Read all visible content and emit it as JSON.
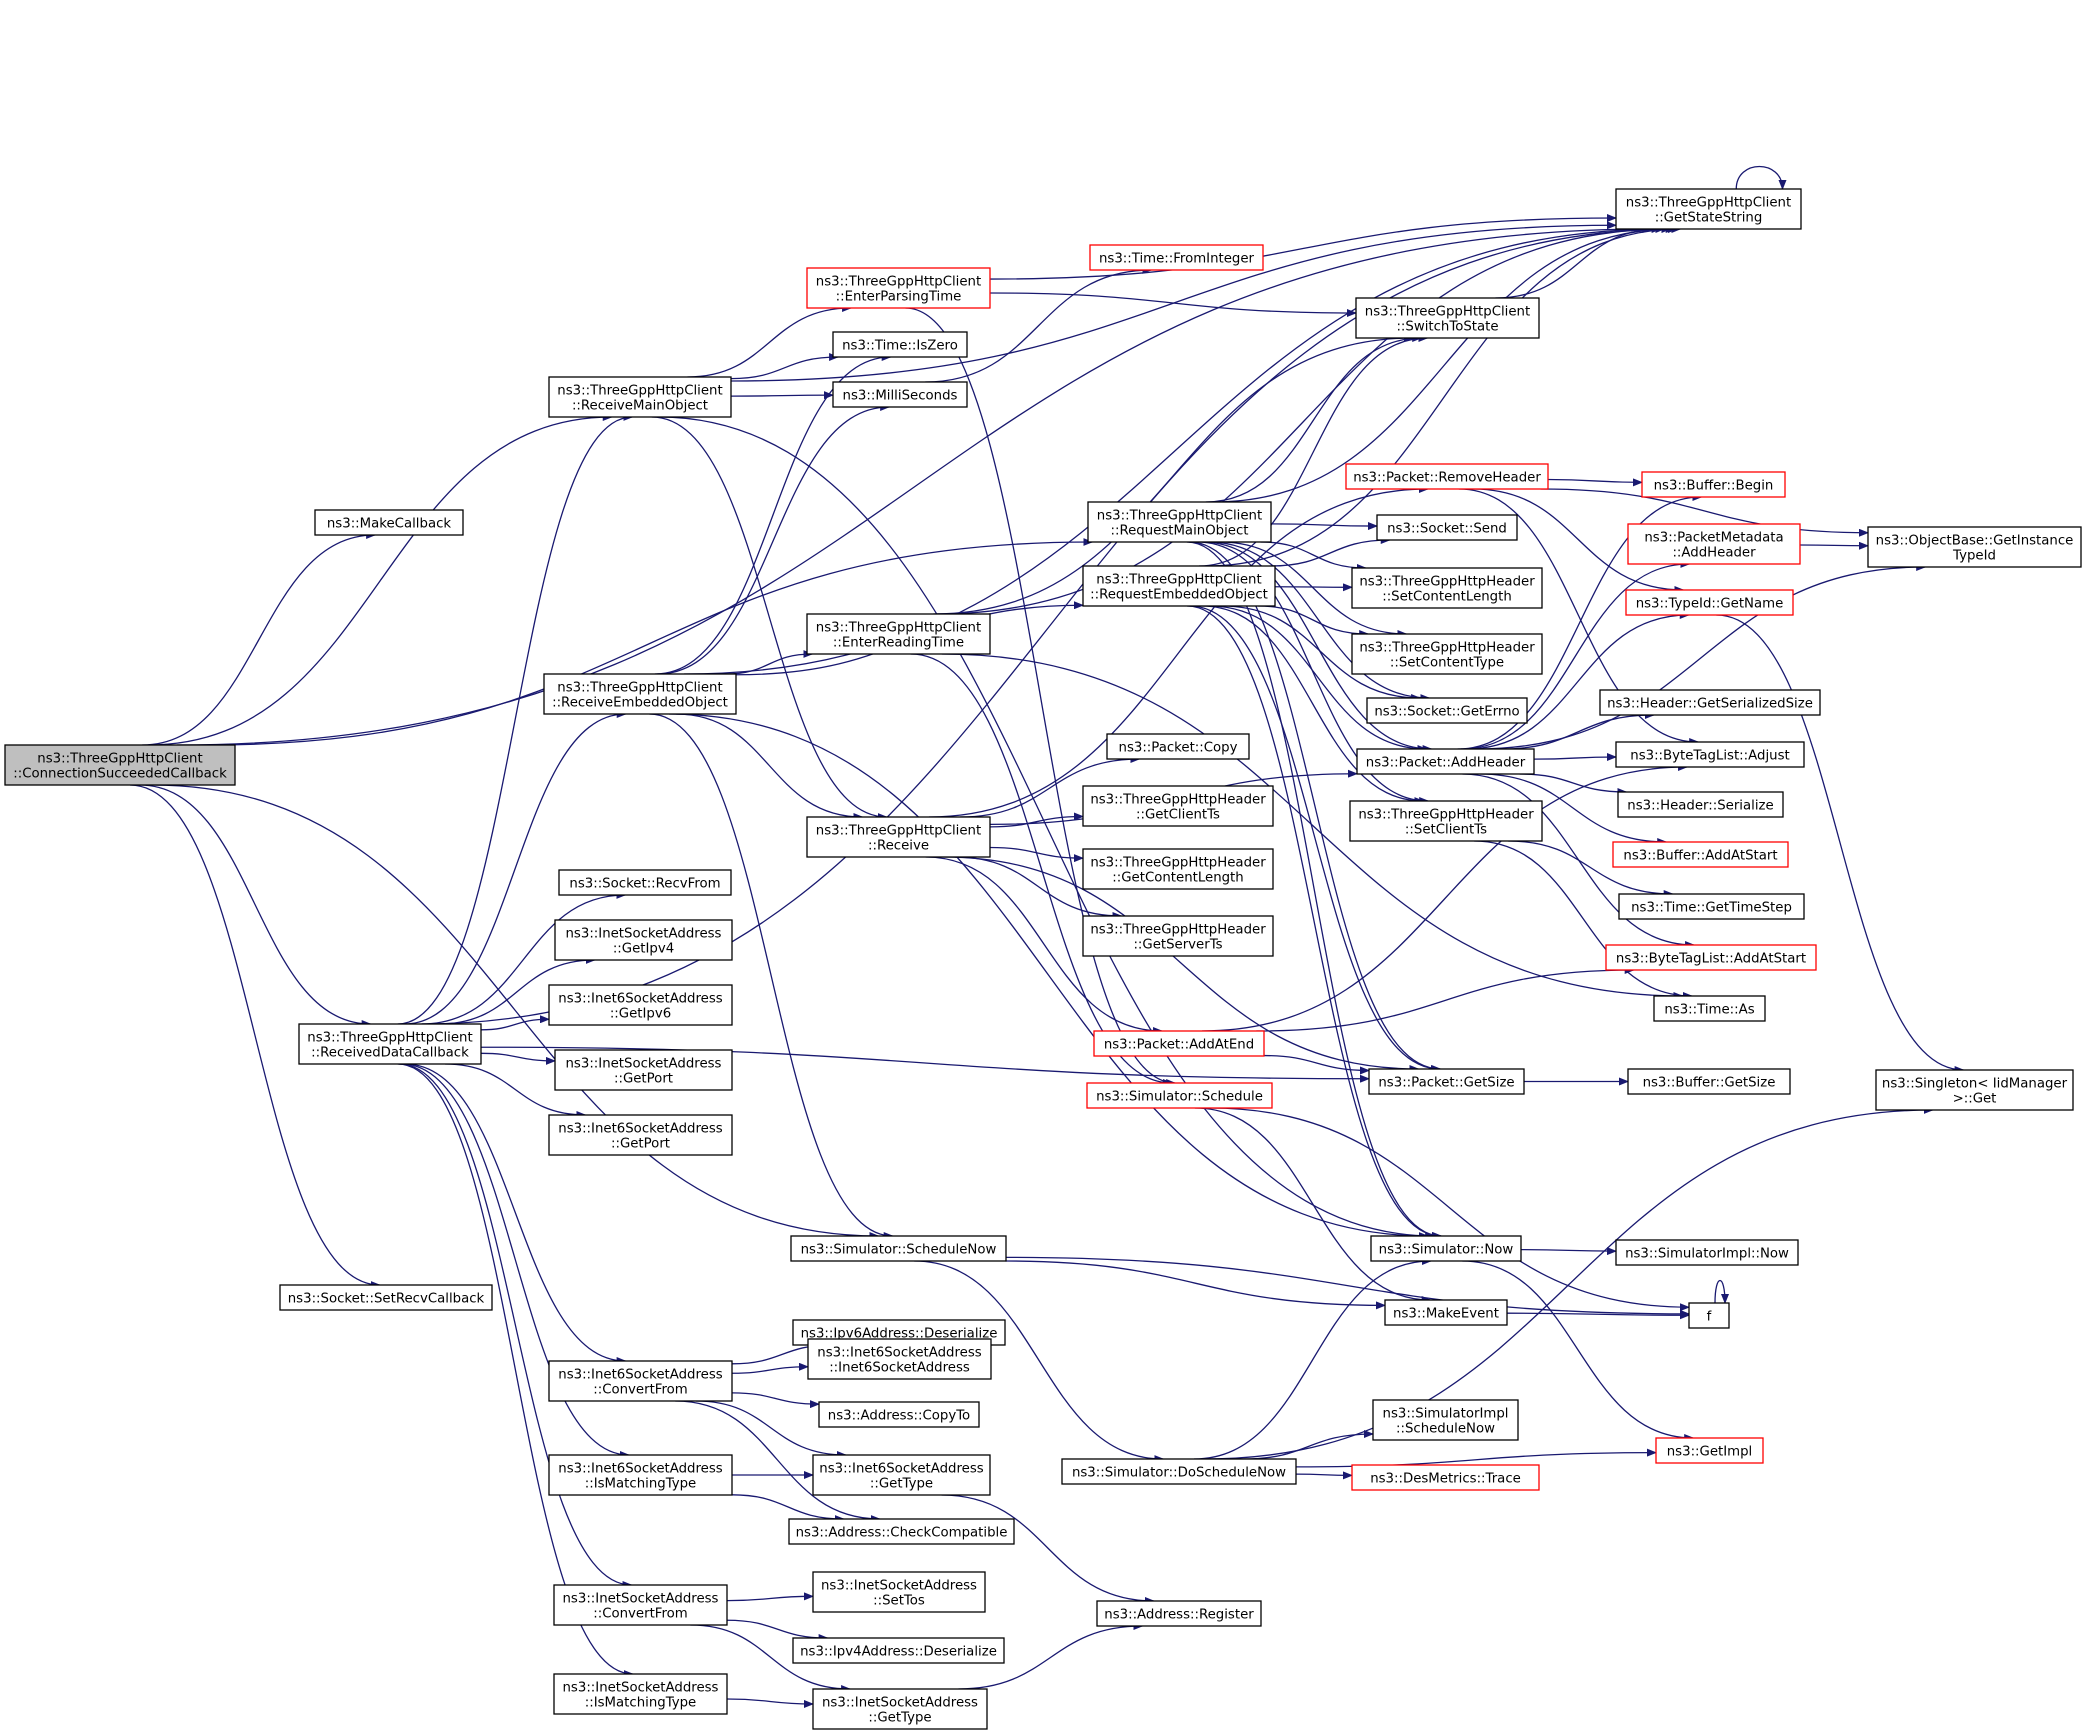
{
  "nodes": [
    {
      "id": "root",
      "lines": [
        "ns3::ThreeGppHttpClient",
        "::ConnectionSucceededCallback"
      ],
      "border": "root"
    },
    {
      "id": "makecallback",
      "lines": [
        "ns3::MakeCallback"
      ],
      "border": "black"
    },
    {
      "id": "setrecvcallback",
      "lines": [
        "ns3::Socket::SetRecvCallback"
      ],
      "border": "black"
    },
    {
      "id": "receivemainobject",
      "lines": [
        "ns3::ThreeGppHttpClient",
        "::ReceiveMainObject"
      ],
      "border": "black"
    },
    {
      "id": "receiveembedded",
      "lines": [
        "ns3::ThreeGppHttpClient",
        "::ReceiveEmbeddedObject"
      ],
      "border": "black"
    },
    {
      "id": "receiveddatacb",
      "lines": [
        "ns3::ThreeGppHttpClient",
        "::ReceivedDataCallback"
      ],
      "border": "black"
    },
    {
      "id": "recvfrom",
      "lines": [
        "ns3::Socket::RecvFrom"
      ],
      "border": "black"
    },
    {
      "id": "inet_getipv4",
      "lines": [
        "ns3::InetSocketAddress",
        "::GetIpv4"
      ],
      "border": "black"
    },
    {
      "id": "inet6_getipv6",
      "lines": [
        "ns3::Inet6SocketAddress",
        "::GetIpv6"
      ],
      "border": "black"
    },
    {
      "id": "inet_getport",
      "lines": [
        "ns3::InetSocketAddress",
        "::GetPort"
      ],
      "border": "black"
    },
    {
      "id": "inet6_getport",
      "lines": [
        "ns3::Inet6SocketAddress",
        "::GetPort"
      ],
      "border": "black"
    },
    {
      "id": "inet6_convertfrom",
      "lines": [
        "ns3::Inet6SocketAddress",
        "::ConvertFrom"
      ],
      "border": "black"
    },
    {
      "id": "inet6_ismatching",
      "lines": [
        "ns3::Inet6SocketAddress",
        "::IsMatchingType"
      ],
      "border": "black"
    },
    {
      "id": "inet_convertfrom",
      "lines": [
        "ns3::InetSocketAddress",
        "::ConvertFrom"
      ],
      "border": "black"
    },
    {
      "id": "inet_ismatching",
      "lines": [
        "ns3::InetSocketAddress",
        "::IsMatchingType"
      ],
      "border": "black"
    },
    {
      "id": "enterparsing",
      "lines": [
        "ns3::ThreeGppHttpClient",
        "::EnterParsingTime"
      ],
      "border": "red"
    },
    {
      "id": "time_iszero",
      "lines": [
        "ns3::Time::IsZero"
      ],
      "border": "black"
    },
    {
      "id": "milliseconds",
      "lines": [
        "ns3::MilliSeconds"
      ],
      "border": "black"
    },
    {
      "id": "enterreading",
      "lines": [
        "ns3::ThreeGppHttpClient",
        "::EnterReadingTime"
      ],
      "border": "black"
    },
    {
      "id": "receive",
      "lines": [
        "ns3::ThreeGppHttpClient",
        "::Receive"
      ],
      "border": "black"
    },
    {
      "id": "schedulenow",
      "lines": [
        "ns3::Simulator::ScheduleNow"
      ],
      "border": "black"
    },
    {
      "id": "ipv6_deserialize",
      "lines": [
        "ns3::Ipv6Address::Deserialize"
      ],
      "border": "black"
    },
    {
      "id": "inet6_ctor",
      "lines": [
        "ns3::Inet6SocketAddress",
        "::Inet6SocketAddress"
      ],
      "border": "black"
    },
    {
      "id": "address_copyto",
      "lines": [
        "ns3::Address::CopyTo"
      ],
      "border": "black"
    },
    {
      "id": "inet6_gettype",
      "lines": [
        "ns3::Inet6SocketAddress",
        "::GetType"
      ],
      "border": "black"
    },
    {
      "id": "address_checkcompat",
      "lines": [
        "ns3::Address::CheckCompatible"
      ],
      "border": "black"
    },
    {
      "id": "inet_settos",
      "lines": [
        "ns3::InetSocketAddress",
        "::SetTos"
      ],
      "border": "black"
    },
    {
      "id": "ipv4_deserialize",
      "lines": [
        "ns3::Ipv4Address::Deserialize"
      ],
      "border": "black"
    },
    {
      "id": "inet_gettype",
      "lines": [
        "ns3::InetSocketAddress",
        "::GetType"
      ],
      "border": "black"
    },
    {
      "id": "time_frominteger",
      "lines": [
        "ns3::Time::FromInteger"
      ],
      "border": "red"
    },
    {
      "id": "requestmain",
      "lines": [
        "ns3::ThreeGppHttpClient",
        "::RequestMainObject"
      ],
      "border": "black"
    },
    {
      "id": "requestembedded",
      "lines": [
        "ns3::ThreeGppHttpClient",
        "::RequestEmbeddedObject"
      ],
      "border": "black"
    },
    {
      "id": "packet_copy",
      "lines": [
        "ns3::Packet::Copy"
      ],
      "border": "black"
    },
    {
      "id": "hdr_getclientts",
      "lines": [
        "ns3::ThreeGppHttpHeader",
        "::GetClientTs"
      ],
      "border": "black"
    },
    {
      "id": "hdr_getcontentlength",
      "lines": [
        "ns3::ThreeGppHttpHeader",
        "::GetContentLength"
      ],
      "border": "black"
    },
    {
      "id": "hdr_getserverts",
      "lines": [
        "ns3::ThreeGppHttpHeader",
        "::GetServerTs"
      ],
      "border": "black"
    },
    {
      "id": "packet_addatend",
      "lines": [
        "ns3::Packet::AddAtEnd"
      ],
      "border": "red"
    },
    {
      "id": "sim_schedule",
      "lines": [
        "ns3::Simulator::Schedule"
      ],
      "border": "red"
    },
    {
      "id": "doschedulenow",
      "lines": [
        "ns3::Simulator::DoScheduleNow"
      ],
      "border": "black"
    },
    {
      "id": "address_register",
      "lines": [
        "ns3::Address::Register"
      ],
      "border": "black"
    },
    {
      "id": "getstatestring",
      "lines": [
        "ns3::ThreeGppHttpClient",
        "::GetStateString"
      ],
      "border": "black"
    },
    {
      "id": "switchtostate",
      "lines": [
        "ns3::ThreeGppHttpClient",
        "::SwitchToState"
      ],
      "border": "black"
    },
    {
      "id": "packet_removeheader",
      "lines": [
        "ns3::Packet::RemoveHeader"
      ],
      "border": "red"
    },
    {
      "id": "socket_send",
      "lines": [
        "ns3::Socket::Send"
      ],
      "border": "black"
    },
    {
      "id": "hdr_setcontentlength",
      "lines": [
        "ns3::ThreeGppHttpHeader",
        "::SetContentLength"
      ],
      "border": "black"
    },
    {
      "id": "hdr_setcontenttype",
      "lines": [
        "ns3::ThreeGppHttpHeader",
        "::SetContentType"
      ],
      "border": "black"
    },
    {
      "id": "socket_geterrno",
      "lines": [
        "ns3::Socket::GetErrno"
      ],
      "border": "black"
    },
    {
      "id": "packet_addheader",
      "lines": [
        "ns3::Packet::AddHeader"
      ],
      "border": "black"
    },
    {
      "id": "hdr_setclientts",
      "lines": [
        "ns3::ThreeGppHttpHeader",
        "::SetClientTs"
      ],
      "border": "black"
    },
    {
      "id": "packet_getsize",
      "lines": [
        "ns3::Packet::GetSize"
      ],
      "border": "black"
    },
    {
      "id": "sim_now",
      "lines": [
        "ns3::Simulator::Now"
      ],
      "border": "black"
    },
    {
      "id": "makeevent",
      "lines": [
        "ns3::MakeEvent"
      ],
      "border": "black"
    },
    {
      "id": "simimpl_schedulenow",
      "lines": [
        "ns3::SimulatorImpl",
        "::ScheduleNow"
      ],
      "border": "black"
    },
    {
      "id": "desmetrics_trace",
      "lines": [
        "ns3::DesMetrics::Trace"
      ],
      "border": "red"
    },
    {
      "id": "buffer_begin",
      "lines": [
        "ns3::Buffer::Begin"
      ],
      "border": "red"
    },
    {
      "id": "pktmeta_addheader",
      "lines": [
        "ns3::PacketMetadata",
        "::AddHeader"
      ],
      "border": "red"
    },
    {
      "id": "typeid_getname",
      "lines": [
        "ns3::TypeId::GetName"
      ],
      "border": "red"
    },
    {
      "id": "header_getserializedsize",
      "lines": [
        "ns3::Header::GetSerializedSize"
      ],
      "border": "black"
    },
    {
      "id": "bytetaglist_adjust",
      "lines": [
        "ns3::ByteTagList::Adjust"
      ],
      "border": "black"
    },
    {
      "id": "header_serialize",
      "lines": [
        "ns3::Header::Serialize"
      ],
      "border": "black"
    },
    {
      "id": "buffer_addatstart",
      "lines": [
        "ns3::Buffer::AddAtStart"
      ],
      "border": "red"
    },
    {
      "id": "time_gettimestep",
      "lines": [
        "ns3::Time::GetTimeStep"
      ],
      "border": "black"
    },
    {
      "id": "bytetaglist_addatstart",
      "lines": [
        "ns3::ByteTagList::AddAtStart"
      ],
      "border": "red"
    },
    {
      "id": "time_as",
      "lines": [
        "ns3::Time::As"
      ],
      "border": "black"
    },
    {
      "id": "buffer_getsize",
      "lines": [
        "ns3::Buffer::GetSize"
      ],
      "border": "black"
    },
    {
      "id": "simimpl_now",
      "lines": [
        "ns3::SimulatorImpl::Now"
      ],
      "border": "black"
    },
    {
      "id": "f",
      "lines": [
        "f"
      ],
      "border": "black"
    },
    {
      "id": "getimpl",
      "lines": [
        "ns3::GetImpl"
      ],
      "border": "red"
    },
    {
      "id": "objectbase_getinstancetypeid",
      "lines": [
        "ns3::ObjectBase::GetInstance",
        "TypeId"
      ],
      "border": "black"
    },
    {
      "id": "singleton_get",
      "lines": [
        "ns3::Singleton< IidManager",
        " >::Get"
      ],
      "border": "black"
    }
  ],
  "edges": [
    [
      "root",
      "getstatestring"
    ],
    [
      "root",
      "makecallback"
    ],
    [
      "root",
      "receivemainobject"
    ],
    [
      "root",
      "requestmain"
    ],
    [
      "root",
      "receiveddatacb"
    ],
    [
      "root",
      "schedulenow"
    ],
    [
      "root",
      "setrecvcallback"
    ],
    [
      "receiveddatacb",
      "getstatestring"
    ],
    [
      "receiveddatacb",
      "receivemainobject"
    ],
    [
      "receiveddatacb",
      "receiveembedded"
    ],
    [
      "receiveddatacb",
      "recvfrom"
    ],
    [
      "receiveddatacb",
      "inet_getipv4"
    ],
    [
      "receiveddatacb",
      "inet6_getipv6"
    ],
    [
      "receiveddatacb",
      "inet_getport"
    ],
    [
      "receiveddatacb",
      "inet6_getport"
    ],
    [
      "receiveddatacb",
      "packet_getsize"
    ],
    [
      "receiveddatacb",
      "inet6_convertfrom"
    ],
    [
      "receiveddatacb",
      "inet6_ismatching"
    ],
    [
      "receiveddatacb",
      "inet_convertfrom"
    ],
    [
      "receiveddatacb",
      "inet_ismatching"
    ],
    [
      "receivemainobject",
      "getstatestring"
    ],
    [
      "receivemainobject",
      "enterparsing"
    ],
    [
      "receivemainobject",
      "time_iszero"
    ],
    [
      "receivemainobject",
      "milliseconds"
    ],
    [
      "receivemainobject",
      "receive"
    ],
    [
      "receivemainobject",
      "sim_now"
    ],
    [
      "receiveembedded",
      "getstatestring"
    ],
    [
      "receiveembedded",
      "time_iszero"
    ],
    [
      "receiveembedded",
      "milliseconds"
    ],
    [
      "receiveembedded",
      "enterreading"
    ],
    [
      "receiveembedded",
      "requestembedded"
    ],
    [
      "receiveembedded",
      "receive"
    ],
    [
      "receiveembedded",
      "schedulenow"
    ],
    [
      "receiveembedded",
      "sim_now"
    ],
    [
      "enterparsing",
      "getstatestring"
    ],
    [
      "enterparsing",
      "switchtostate"
    ],
    [
      "enterparsing",
      "sim_schedule"
    ],
    [
      "milliseconds",
      "time_frominteger"
    ],
    [
      "enterreading",
      "getstatestring"
    ],
    [
      "enterreading",
      "switchtostate"
    ],
    [
      "enterreading",
      "sim_schedule"
    ],
    [
      "enterreading",
      "time_as"
    ],
    [
      "receive",
      "packet_copy"
    ],
    [
      "receive",
      "hdr_getclientts"
    ],
    [
      "receive",
      "hdr_getcontentlength"
    ],
    [
      "receive",
      "hdr_getserverts"
    ],
    [
      "receive",
      "packet_removeheader"
    ],
    [
      "receive",
      "packet_addatend"
    ],
    [
      "receive",
      "packet_getsize"
    ],
    [
      "receive",
      "packet_addheader"
    ],
    [
      "requestmain",
      "getstatestring"
    ],
    [
      "requestmain",
      "switchtostate"
    ],
    [
      "requestmain",
      "socket_send"
    ],
    [
      "requestmain",
      "hdr_setcontentlength"
    ],
    [
      "requestmain",
      "hdr_setcontenttype"
    ],
    [
      "requestmain",
      "socket_geterrno"
    ],
    [
      "requestmain",
      "packet_addheader"
    ],
    [
      "requestmain",
      "hdr_setclientts"
    ],
    [
      "requestmain",
      "packet_getsize"
    ],
    [
      "requestmain",
      "sim_now"
    ],
    [
      "requestembedded",
      "getstatestring"
    ],
    [
      "requestembedded",
      "switchtostate"
    ],
    [
      "requestembedded",
      "socket_send"
    ],
    [
      "requestembedded",
      "hdr_setcontentlength"
    ],
    [
      "requestembedded",
      "hdr_setcontenttype"
    ],
    [
      "requestembedded",
      "socket_geterrno"
    ],
    [
      "requestembedded",
      "packet_addheader"
    ],
    [
      "requestembedded",
      "hdr_setclientts"
    ],
    [
      "requestembedded",
      "packet_getsize"
    ],
    [
      "requestembedded",
      "sim_now"
    ],
    [
      "switchtostate",
      "getstatestring"
    ],
    [
      "getstatestring",
      "getstatestring"
    ],
    [
      "packet_removeheader",
      "buffer_begin"
    ],
    [
      "packet_removeheader",
      "objectbase_getinstancetypeid"
    ],
    [
      "packet_removeheader",
      "typeid_getname"
    ],
    [
      "packet_removeheader",
      "bytetaglist_adjust"
    ],
    [
      "packet_addheader",
      "buffer_begin"
    ],
    [
      "packet_addheader",
      "pktmeta_addheader"
    ],
    [
      "packet_addheader",
      "typeid_getname"
    ],
    [
      "packet_addheader",
      "objectbase_getinstancetypeid"
    ],
    [
      "packet_addheader",
      "header_getserializedsize"
    ],
    [
      "packet_addheader",
      "bytetaglist_adjust"
    ],
    [
      "packet_addheader",
      "header_serialize"
    ],
    [
      "packet_addheader",
      "buffer_addatstart"
    ],
    [
      "packet_addheader",
      "bytetaglist_addatstart"
    ],
    [
      "pktmeta_addheader",
      "objectbase_getinstancetypeid"
    ],
    [
      "typeid_getname",
      "singleton_get"
    ],
    [
      "hdr_setclientts",
      "time_gettimestep"
    ],
    [
      "hdr_setclientts",
      "time_as"
    ],
    [
      "packet_addatend",
      "packet_getsize"
    ],
    [
      "packet_addatend",
      "bytetaglist_addatstart"
    ],
    [
      "packet_addatend",
      "bytetaglist_adjust"
    ],
    [
      "packet_getsize",
      "buffer_getsize"
    ],
    [
      "sim_schedule",
      "makeevent"
    ],
    [
      "sim_schedule",
      "f"
    ],
    [
      "schedulenow",
      "doschedulenow"
    ],
    [
      "schedulenow",
      "makeevent"
    ],
    [
      "schedulenow",
      "f"
    ],
    [
      "doschedulenow",
      "sim_now"
    ],
    [
      "doschedulenow",
      "simimpl_schedulenow"
    ],
    [
      "doschedulenow",
      "desmetrics_trace"
    ],
    [
      "doschedulenow",
      "getimpl"
    ],
    [
      "doschedulenow",
      "singleton_get"
    ],
    [
      "sim_now",
      "simimpl_now"
    ],
    [
      "sim_now",
      "getimpl"
    ],
    [
      "makeevent",
      "f"
    ],
    [
      "f",
      "f"
    ],
    [
      "inet6_convertfrom",
      "ipv6_deserialize"
    ],
    [
      "inet6_convertfrom",
      "inet6_ctor"
    ],
    [
      "inet6_convertfrom",
      "address_copyto"
    ],
    [
      "inet6_convertfrom",
      "inet6_gettype"
    ],
    [
      "inet6_convertfrom",
      "address_checkcompat"
    ],
    [
      "inet6_ismatching",
      "inet6_gettype"
    ],
    [
      "inet6_ismatching",
      "address_checkcompat"
    ],
    [
      "inet6_gettype",
      "address_register"
    ],
    [
      "inet_convertfrom",
      "inet_settos"
    ],
    [
      "inet_convertfrom",
      "ipv4_deserialize"
    ],
    [
      "inet_convertfrom",
      "inet_gettype"
    ],
    [
      "inet_ismatching",
      "inet_gettype"
    ],
    [
      "inet_gettype",
      "address_register"
    ]
  ]
}
